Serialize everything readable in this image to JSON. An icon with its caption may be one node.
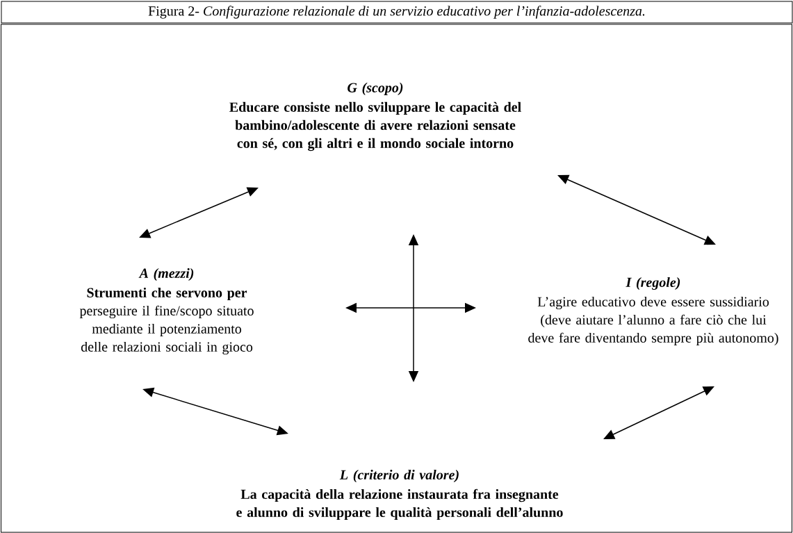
{
  "diagram": {
    "title": "Figura 2- *Configurazione relazionale di un servizio educativo per l’infanzia-adolescenza.*",
    "nodes": [
      {
        "text": [
          "G (scopo)",
          "Educare consiste nello sviluppare le capacità del bambino/adolescente di avere relazioni sensate con sé, con gli altri e il mondo sociale intorno"
        ]
      },
      {
        "text": [
          "A (mezzi)",
          "**Strumenti che servono per** perseguire il fine/scopo situato mediante il potenziamento delle relazioni sociali in gioco"
        ]
      },
      {
        "text": [
          "I (regole)",
          "L’agire educativo deve essere sussidiario (deve aiutare l’alunno a fare ciò che lui deve fare diventando sempre più autonomo)"
        ]
      },
      {
        "text": [
          "L (criterio di valore)",
          "La capacità della relazione instaurata fra insegnante e alunno di sviluppare le qualità personali dell’alunno"
        ]
      }
    ],
    "edges": [
      {
        "from": 0,
        "to": 1,
        "arrow": "both"
      },
      {
        "from": 0,
        "to": 2,
        "arrow": "both"
      },
      {
        "from": 1,
        "to": 3,
        "arrow": "both"
      },
      {
        "from": 2,
        "to": 3,
        "arrow": "both"
      }
    ]
  }
}
